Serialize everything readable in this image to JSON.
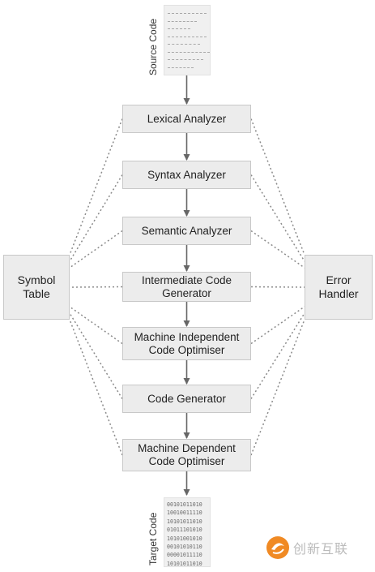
{
  "source": {
    "label": "Source Code",
    "dash_widths": [
      48,
      36,
      28,
      48,
      40,
      52,
      44,
      32
    ]
  },
  "target": {
    "label": "Target Code",
    "binary": [
      "00101011010",
      "10010011110",
      "10101011010",
      "01011101010",
      "10101001010",
      "00101010110",
      "00001011110",
      "10101011010"
    ]
  },
  "stages": [
    {
      "id": "lexical",
      "lines": [
        "Lexical Analyzer"
      ]
    },
    {
      "id": "syntax",
      "lines": [
        "Syntax Analyzer"
      ]
    },
    {
      "id": "semantic",
      "lines": [
        "Semantic Analyzer"
      ]
    },
    {
      "id": "intermediate",
      "lines": [
        "Intermediate Code",
        "Generator"
      ]
    },
    {
      "id": "mi-optimiser",
      "lines": [
        "Machine Independent",
        "Code Optimiser"
      ]
    },
    {
      "id": "code-generator",
      "lines": [
        "Code Generator"
      ]
    },
    {
      "id": "md-optimiser",
      "lines": [
        "Machine Dependent",
        "Code Optimiser"
      ]
    }
  ],
  "symbol_table": {
    "lines": [
      "Symbol",
      "Table"
    ]
  },
  "error_handler": {
    "lines": [
      "Error",
      "Handler"
    ]
  },
  "watermark": {
    "text": "创新互联"
  },
  "colors": {
    "box_fill": "#ececec",
    "box_border": "#c8c8c8",
    "arrow": "#666666",
    "dotted_link": "#8a8a8a",
    "watermark_orange": "#f08a24"
  }
}
